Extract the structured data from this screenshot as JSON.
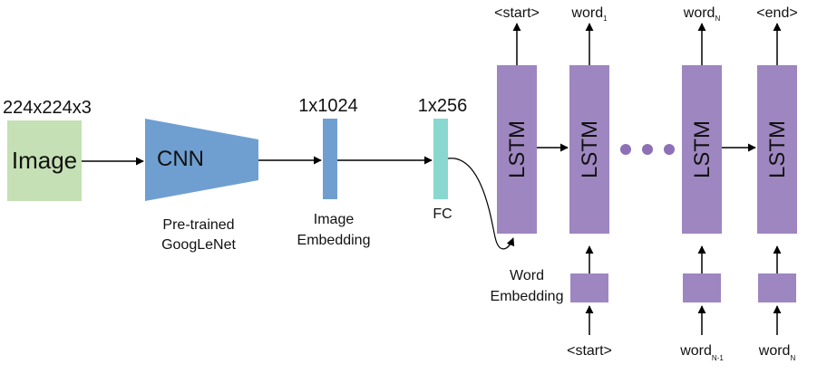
{
  "input": {
    "dims": "224x224x3",
    "label": "Image",
    "color": "#c5e0b4"
  },
  "cnn": {
    "label": "CNN",
    "caption_line1": "Pre-trained",
    "caption_line2": "GoogLeNet",
    "color": "#6f9fd0"
  },
  "image_embedding": {
    "dims": "1x1024",
    "caption_line1": "Image",
    "caption_line2": "Embedding",
    "color": "#6f9fd0"
  },
  "fc": {
    "dims": "1x256",
    "caption": "FC",
    "color": "#88d8d0"
  },
  "word_embedding": {
    "caption_line1": "Word",
    "caption_line2": "Embedding",
    "color": "#9e86c0"
  },
  "lstm": {
    "label": "LSTM",
    "color": "#9e86c0",
    "ellipsis_dot_color": "#8e70b6",
    "outputs": [
      {
        "text": "<start>",
        "sub": ""
      },
      {
        "text": "word",
        "sub": "1"
      },
      {
        "text": "word",
        "sub": "N"
      },
      {
        "text": "<end>",
        "sub": ""
      }
    ],
    "inputs": [
      {
        "text": "<start>",
        "sub": ""
      },
      {
        "text": "word",
        "sub": "N-1"
      },
      {
        "text": "word",
        "sub": "N"
      }
    ]
  }
}
